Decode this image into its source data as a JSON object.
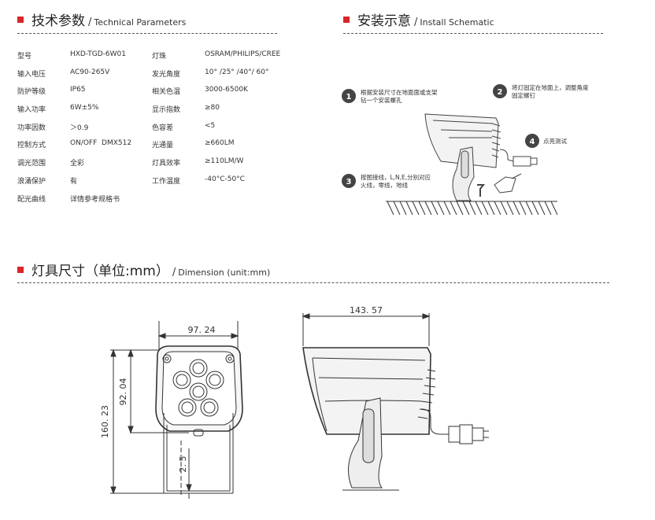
{
  "sections": {
    "tech": {
      "zh": "技术参数",
      "sep": "/",
      "en": "Technical Parameters"
    },
    "install": {
      "zh": "安装示意",
      "sep": "/",
      "en": "Install Schematic"
    },
    "dimension": {
      "zh": "灯具尺寸（单位:mm）",
      "sep": "/",
      "en": "Dimension (unit:mm)"
    }
  },
  "specs": [
    {
      "l1": "型号",
      "v1": "HXD-TGD-6W01",
      "l2": "灯珠",
      "v2": "OSRAM/PHILIPS/CREE"
    },
    {
      "l1": "输入电压",
      "v1": "AC90-265V",
      "l2": "发光角度",
      "v2": "10° /25° /40°/ 60°"
    },
    {
      "l1": "防护等级",
      "v1": "IP65",
      "l2": "相关色温",
      "v2": "3000-6500K"
    },
    {
      "l1": "输入功率",
      "v1": "6W±5%",
      "l2": "显示指数",
      "v2": "≥80"
    },
    {
      "l1": "功率因数",
      "v1": "＞0.9",
      "l2": "色容差",
      "v2": "<5"
    },
    {
      "l1": "控制方式",
      "v1": "ON/OFF  DMX512",
      "l2": "光通量",
      "v2": "≥660LM"
    },
    {
      "l1": "调光范围",
      "v1": "全彩",
      "l2": "灯具效率",
      "v2": "≥110LM/W"
    },
    {
      "l1": "浪涌保护",
      "v1": "有",
      "l2": "工作温度",
      "v2": "-40°C-50°C"
    },
    {
      "l1": "配光曲线",
      "v1": "详情参考规格书",
      "l2": "",
      "v2": ""
    }
  ],
  "install_steps": [
    {
      "num": "1",
      "text_line1": "根据安装尺寸在地面面或支架",
      "text_line2": "钻一个安装螺孔"
    },
    {
      "num": "2",
      "text_line1": "将灯固定在地面上，调整角度",
      "text_line2": "固定螺钉"
    },
    {
      "num": "3",
      "text_line1": "按图接线，L,N,E,分别对应",
      "text_line2": "火线，零线，地线"
    },
    {
      "num": "4",
      "text_line1": "点亮测试",
      "text_line2": ""
    }
  ],
  "dimensions": {
    "front_width": "97. 24",
    "head_height": "92. 04",
    "total_height": "160. 23",
    "bracket_thickness": "2. 5",
    "side_length": "143. 57"
  },
  "colors": {
    "accent": "#d9252b",
    "badge": "#444444",
    "line": "#333333"
  }
}
